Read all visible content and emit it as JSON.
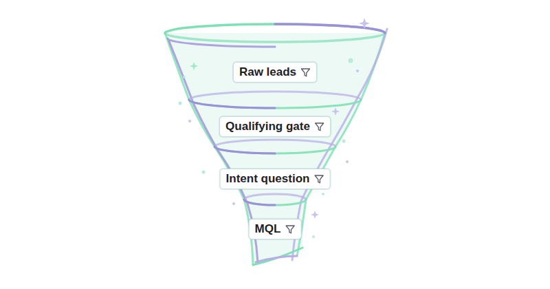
{
  "diagram": {
    "nodes": [
      {
        "text": [
          "Raw leads"
        ]
      },
      {
        "text": [
          "Qualifying gate"
        ]
      },
      {
        "text": [
          "Intent question"
        ]
      },
      {
        "text": [
          "MQL"
        ]
      }
    ]
  }
}
